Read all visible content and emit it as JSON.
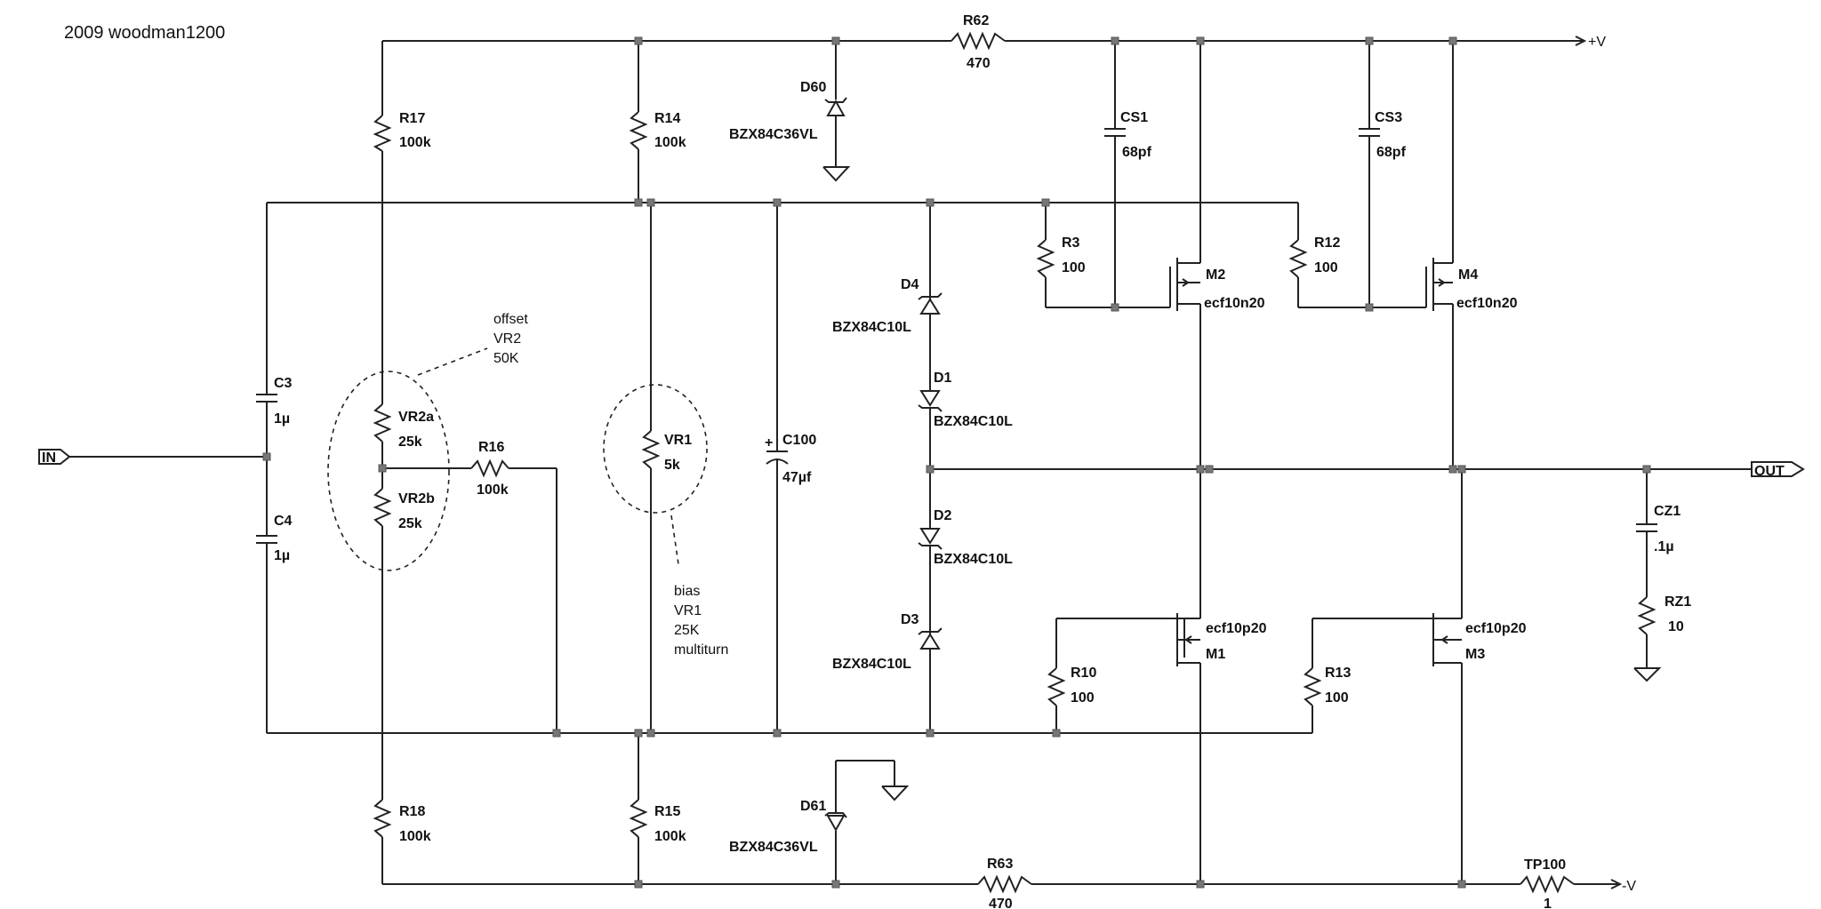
{
  "title": "2009 woodman1200",
  "ports": {
    "in": "IN",
    "out": "OUT"
  },
  "rails": {
    "pos": "+V",
    "neg": "-V"
  },
  "components": [
    {
      "ref": "R62",
      "value": "470"
    },
    {
      "ref": "R63",
      "value": "470"
    },
    {
      "ref": "R17",
      "value": "100k"
    },
    {
      "ref": "R14",
      "value": "100k"
    },
    {
      "ref": "R18",
      "value": "100k"
    },
    {
      "ref": "R15",
      "value": "100k"
    },
    {
      "ref": "R16",
      "value": "100k"
    },
    {
      "ref": "D60",
      "value": "BZX84C36VL"
    },
    {
      "ref": "D61",
      "value": "BZX84C36VL"
    },
    {
      "ref": "CS1",
      "value": "68pf"
    },
    {
      "ref": "CS3",
      "value": "68pf"
    },
    {
      "ref": "R3",
      "value": "100"
    },
    {
      "ref": "R12",
      "value": "100"
    },
    {
      "ref": "R10",
      "value": "100"
    },
    {
      "ref": "R13",
      "value": "100"
    },
    {
      "ref": "M2",
      "value": "ecf10n20"
    },
    {
      "ref": "M4",
      "value": "ecf10n20"
    },
    {
      "ref": "M1",
      "value": "ecf10p20"
    },
    {
      "ref": "M3",
      "value": "ecf10p20"
    },
    {
      "ref": "D4",
      "value": "BZX84C10L"
    },
    {
      "ref": "D1",
      "value": "BZX84C10L"
    },
    {
      "ref": "D2",
      "value": "BZX84C10L"
    },
    {
      "ref": "D3",
      "value": "BZX84C10L"
    },
    {
      "ref": "C3",
      "value": "1µ"
    },
    {
      "ref": "C4",
      "value": "1µ"
    },
    {
      "ref": "VR2a",
      "value": "25k"
    },
    {
      "ref": "VR2b",
      "value": "25k"
    },
    {
      "ref": "VR1",
      "value": "5k"
    },
    {
      "ref": "C100",
      "value": "47µf"
    },
    {
      "ref": "CZ1",
      "value": ".1µ"
    },
    {
      "ref": "RZ1",
      "value": "10"
    },
    {
      "ref": "TP100",
      "value": "1"
    }
  ],
  "notes": {
    "offset": [
      "offset",
      "VR2",
      "50K"
    ],
    "bias": [
      "bias",
      "VR1",
      "25K",
      "multiturn"
    ]
  }
}
